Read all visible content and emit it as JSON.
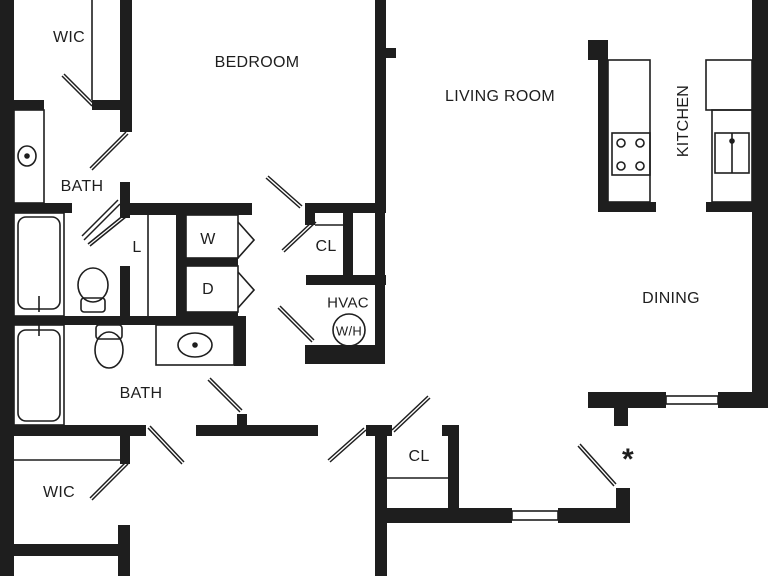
{
  "rooms": {
    "wic_top": "WIC",
    "bedroom": "BEDROOM",
    "living_room": "LIVING ROOM",
    "kitchen": "KITCHEN",
    "bath_top": "BATH",
    "linen": "L",
    "washer": "W",
    "dryer": "D",
    "closet_hall": "CL",
    "hvac": "HVAC",
    "water_heater": "W/H",
    "dining": "DINING",
    "bath_bottom": "BATH",
    "closet_entry": "CL",
    "wic_bottom": "WIC"
  },
  "marker": "*",
  "colors": {
    "wall": "#1e1e1e",
    "line": "#1e1e1e",
    "background": "#ffffff"
  }
}
